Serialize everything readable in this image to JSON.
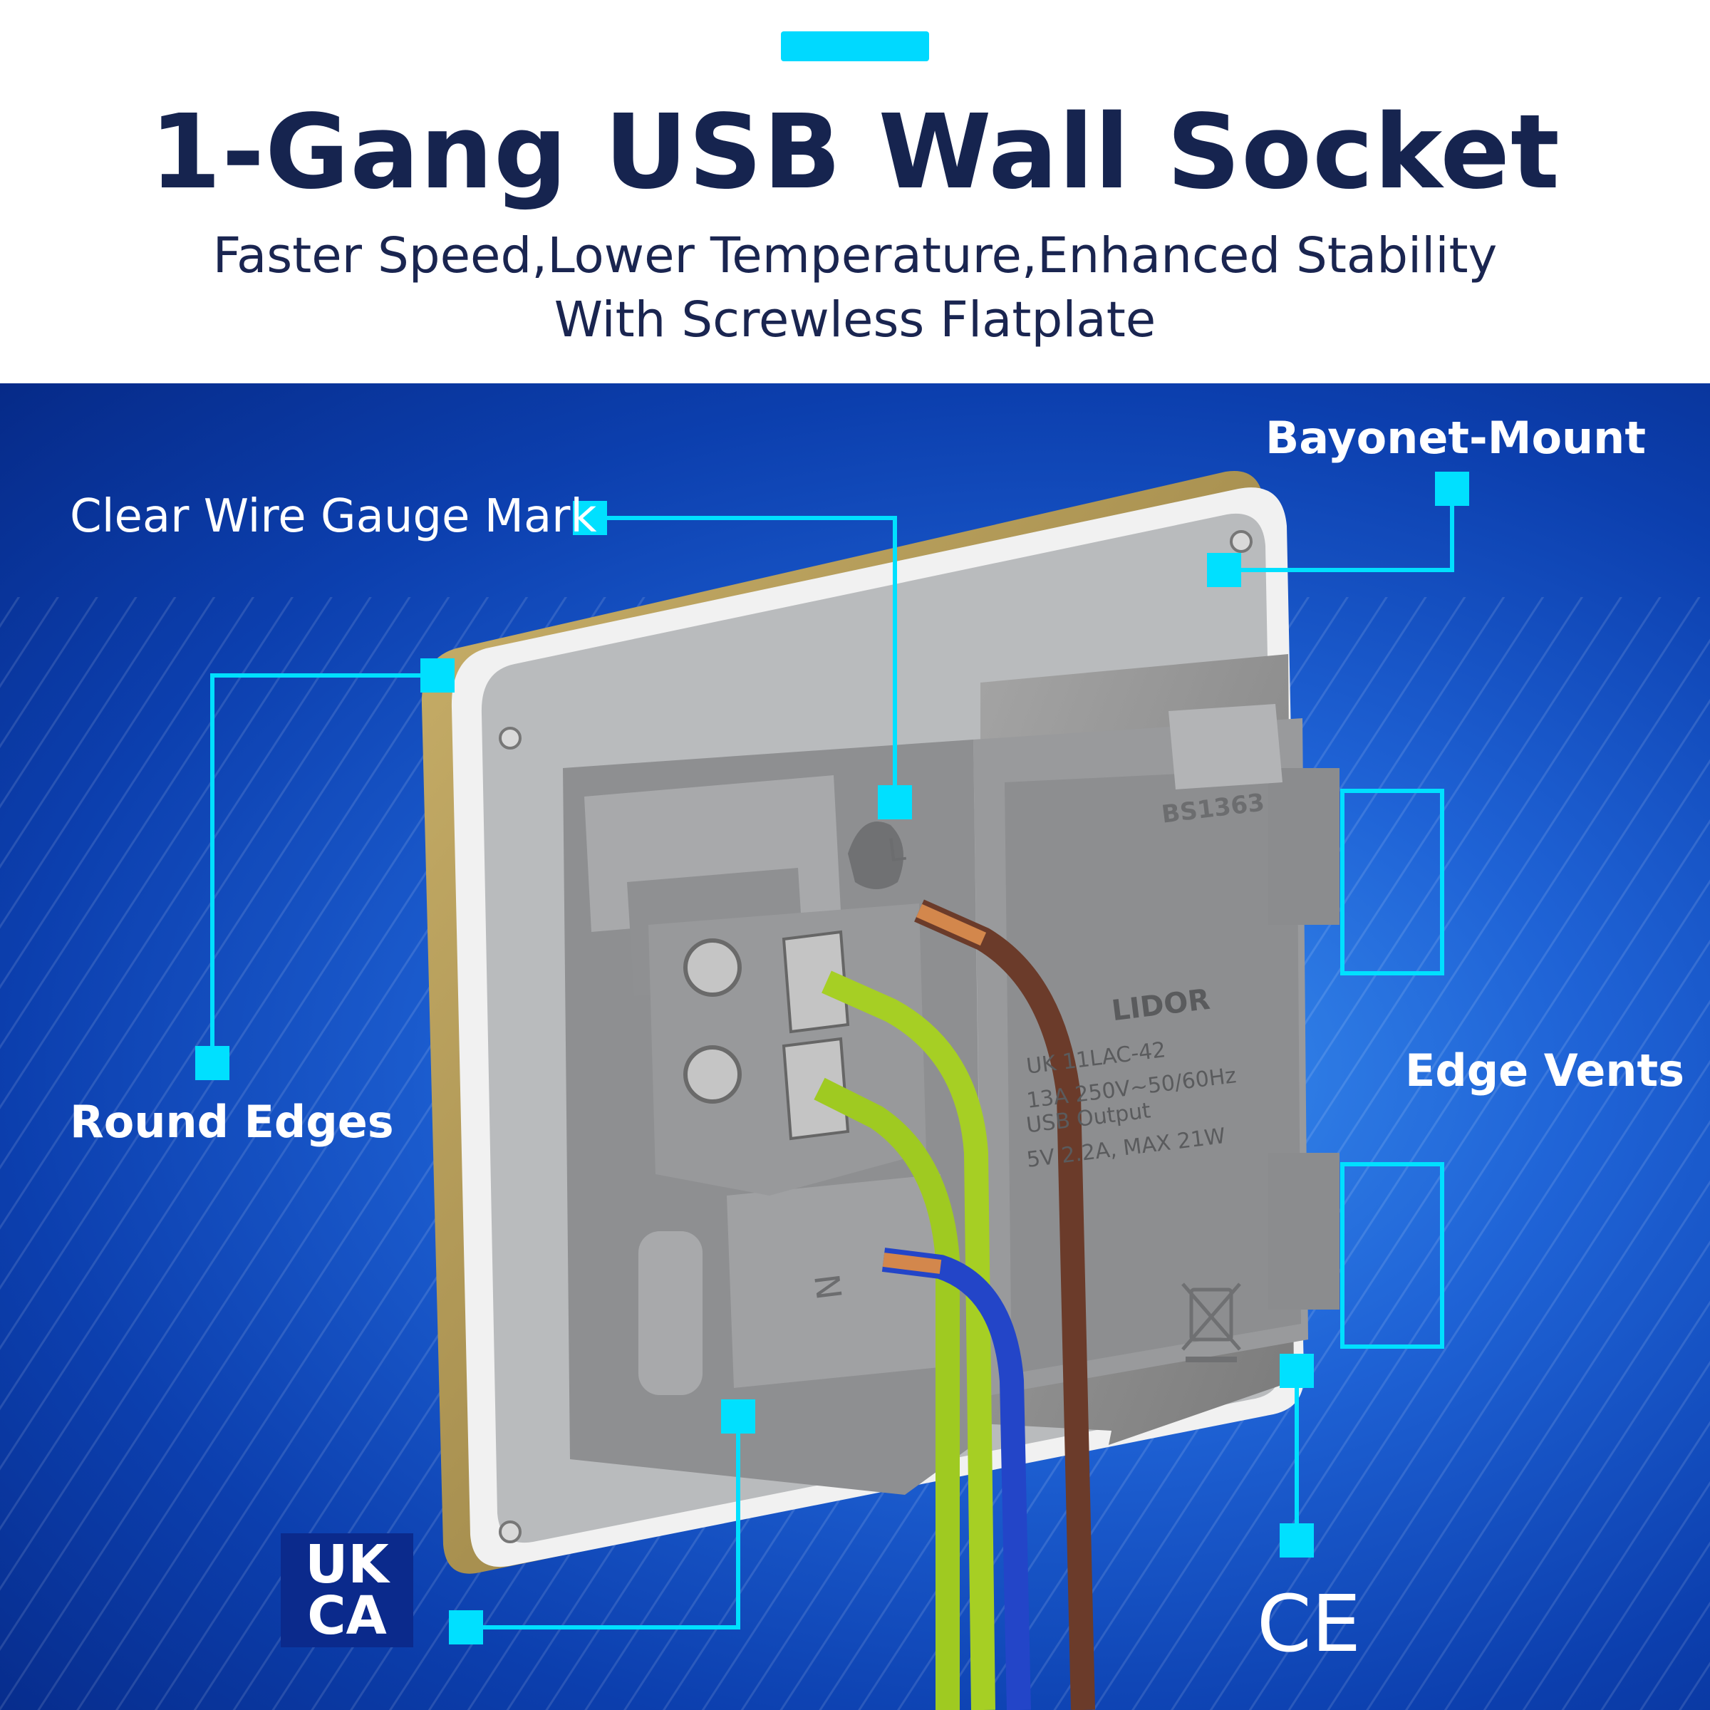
{
  "header": {
    "title": "1-Gang USB Wall Socket",
    "subtitle": "Faster Speed,Lower Temperature,Enhanced Stability With Screwless Flatplate"
  },
  "callouts": {
    "clear_wire_gauge": "Clear Wire Gauge Mark",
    "bayonet_mount": "Bayonet-Mount",
    "round_edges": "Round Edges",
    "edge_vents": "Edge Vents"
  },
  "product_labels": {
    "standard": "BS1363",
    "brand": "LIDOR",
    "live_terminal": "L",
    "neutral_terminal": "N",
    "spec_line_1": "UK 11LAC-42",
    "spec_line_2": "13A 250V~50/60Hz",
    "spec_line_3": "USB Output",
    "spec_line_4": "5V 2.2A, MAX 21W"
  },
  "badges": {
    "ukca_top": "UK",
    "ukca_bottom": "CA",
    "ce": "CE"
  },
  "colors": {
    "accent": "#00d9ff",
    "title": "#16244f",
    "hero_blue": "#1f63d6",
    "plate_gold": "#b49a56",
    "housing_grey": "#8f8f8f",
    "wire_brown": "#6b3b2a",
    "wire_earth": "#a6cf24",
    "wire_blue": "#2345c8"
  },
  "icons": {
    "weee": "crossed-bin-icon",
    "ce": "ce-mark-icon",
    "ukca": "ukca-mark-icon"
  }
}
